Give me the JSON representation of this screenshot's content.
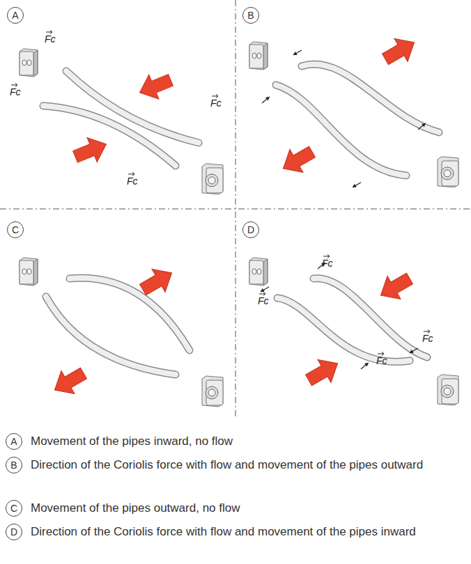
{
  "diagram": {
    "nodes": [
      {
        "text": [
          "A"
        ]
      },
      {
        "text": [
          "B"
        ]
      },
      {
        "text": [
          "C"
        ]
      },
      {
        "text": [
          "D"
        ]
      },
      {
        "text": [
          "A"
        ]
      },
      {
        "text": [
          "B"
        ]
      },
      {
        "text": [
          "C"
        ]
      },
      {
        "text": [
          "D"
        ]
      }
    ],
    "labels": [
      "Fc",
      "Fc",
      "Fc",
      "Fc",
      "Fc",
      "Fc",
      "Fc",
      "Fc",
      "Movement of the pipes inward, no flow",
      "Direction of the Coriolis force with flow and movement of the pipes outward",
      "Movement of the pipes outward, no flow",
      "Direction of the Coriolis force with flow and movement of the pipes inward"
    ]
  }
}
